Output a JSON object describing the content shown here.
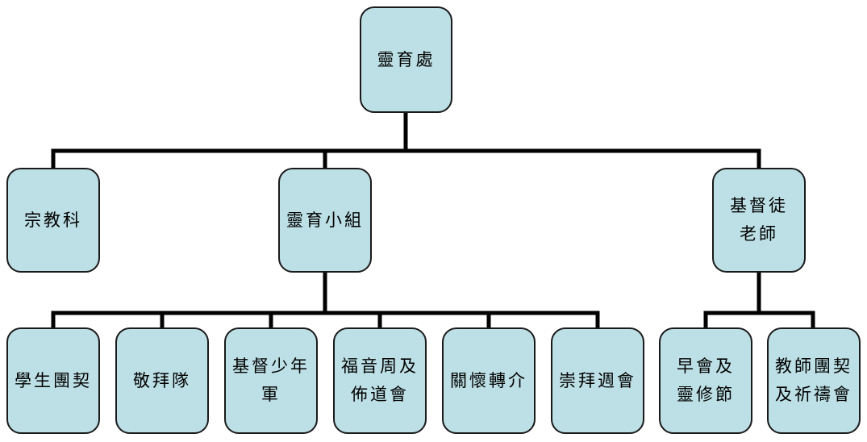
{
  "root": {
    "lines": [
      "靈育處"
    ]
  },
  "level2": [
    {
      "id": "zongjiaoke",
      "lines": [
        "宗教科"
      ]
    },
    {
      "id": "lingyu-xiaozu",
      "lines": [
        "靈育小組"
      ]
    },
    {
      "id": "jidutu-laoshi",
      "lines": [
        "基督徒",
        "老師"
      ]
    }
  ],
  "level3": [
    {
      "id": "xuesheng-tuanqi",
      "lines": [
        "學生團契"
      ]
    },
    {
      "id": "jingbaidui",
      "lines": [
        "敬拜隊"
      ]
    },
    {
      "id": "jidu-shaonianjun",
      "lines": [
        "基督少年",
        "軍"
      ]
    },
    {
      "id": "fuyinzhou",
      "lines": [
        "福音周及",
        "佈道會"
      ]
    },
    {
      "id": "guanhuai-zhuanjie",
      "lines": [
        "關懷轉介"
      ]
    },
    {
      "id": "chongbai-zhouhui",
      "lines": [
        "崇拜週會"
      ]
    },
    {
      "id": "zaohui-lingxiujie",
      "lines": [
        "早會及",
        "靈修節"
      ]
    },
    {
      "id": "jiaoshi-tuanqi",
      "lines": [
        "教師團契",
        "及祈禱會"
      ]
    }
  ],
  "colors": {
    "node_fill": "#bde0e6",
    "node_border": "#1a1a1a",
    "connector": "#000000"
  }
}
